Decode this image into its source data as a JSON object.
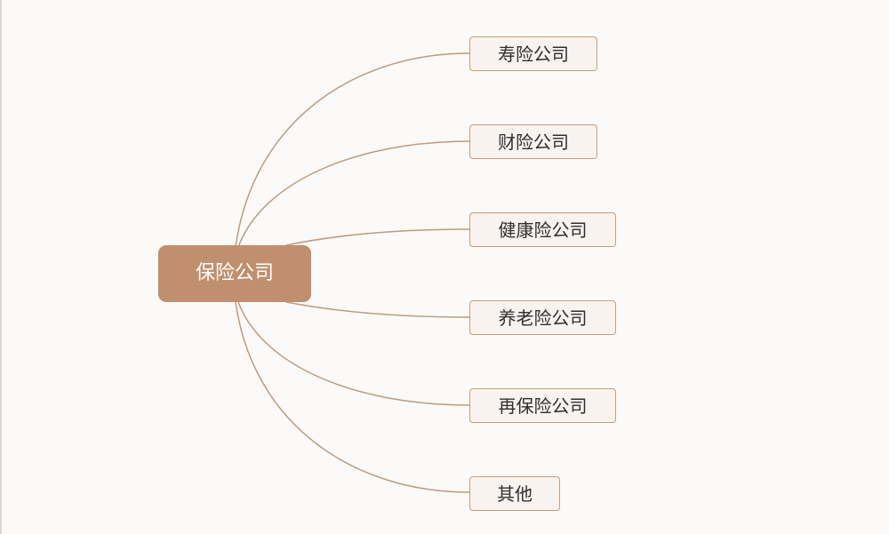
{
  "mindmap": {
    "root": {
      "label": "保险公司"
    },
    "children": [
      {
        "label": "寿险公司"
      },
      {
        "label": "财险公司"
      },
      {
        "label": "健康险公司"
      },
      {
        "label": "养老险公司"
      },
      {
        "label": "再保险公司"
      },
      {
        "label": "其他"
      }
    ]
  },
  "colors": {
    "root_fill": "#c08f6e",
    "node_border": "#c59c7d",
    "node_fill": "#f8f3ef",
    "line": "#be9a7e",
    "background": "#fbfaf9"
  }
}
